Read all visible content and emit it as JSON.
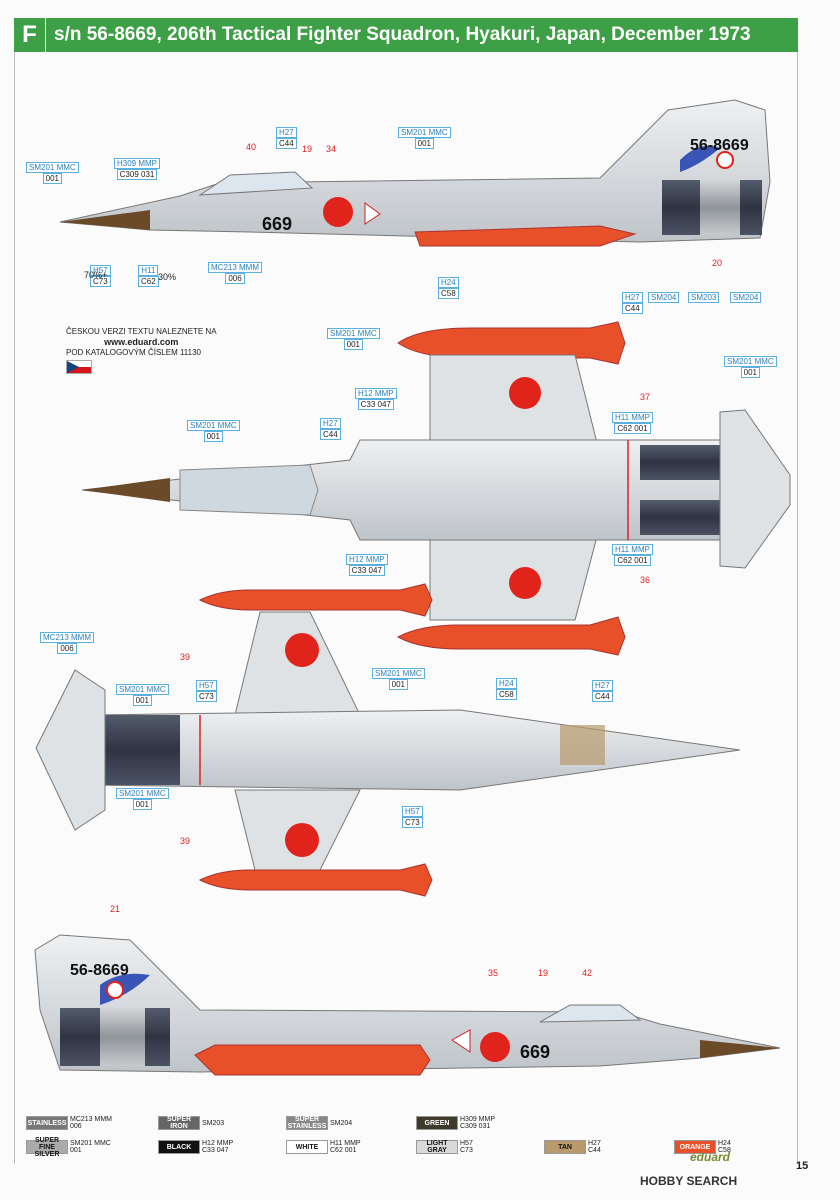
{
  "header": {
    "letter": "F",
    "title": "s/n 56-8669, 206th Tactical Fighter Squadron, Hyakuri, Japan, December 1973"
  },
  "czech_note": {
    "line1": "ČESKOU VERZI TEXTU NALEZNETE NA",
    "line2": "www.eduard.com",
    "line3": "POD KATALOGOVÝM ČÍSLEM 11130"
  },
  "aircraft_markings": {
    "serial": "56-8669",
    "tail_code": "669"
  },
  "paint_codes": [
    {
      "a": "H27",
      "b": "C44"
    },
    {
      "a": "SM201 MMC",
      "b": "001"
    },
    {
      "a": "SM201 MMC",
      "b": "001"
    },
    {
      "a": "H309 MMP",
      "b": "C309 031"
    },
    {
      "a": "H57",
      "b": "C73"
    },
    {
      "a": "H11",
      "b": "C62"
    },
    {
      "a": "MC213 MMM",
      "b": "006"
    },
    {
      "a": "H27",
      "b": "C44"
    },
    {
      "a": "SM204",
      "b": ""
    },
    {
      "a": "SM203",
      "b": ""
    },
    {
      "a": "SM204",
      "b": ""
    },
    {
      "a": "H24",
      "b": "C58"
    },
    {
      "a": "SM201 MMC",
      "b": "001"
    },
    {
      "a": "SM201 MMC",
      "b": "001"
    },
    {
      "a": "H12 MMP",
      "b": "C33 047"
    },
    {
      "a": "SM201 MMC",
      "b": "001"
    },
    {
      "a": "H27",
      "b": "C44"
    },
    {
      "a": "H11 MMP",
      "b": "C62 001"
    },
    {
      "a": "H12 MMP",
      "b": "C33 047"
    },
    {
      "a": "H11 MMP",
      "b": "C62 001"
    },
    {
      "a": "MC213 MMM",
      "b": "006"
    },
    {
      "a": "SM201 MMC",
      "b": "001"
    },
    {
      "a": "H57",
      "b": "C73"
    },
    {
      "a": "SM201 MMC",
      "b": "001"
    },
    {
      "a": "H24",
      "b": "C58"
    },
    {
      "a": "H27",
      "b": "C44"
    },
    {
      "a": "SM201 MMC",
      "b": "001"
    },
    {
      "a": "H57",
      "b": "C73"
    }
  ],
  "pct": {
    "a": "70%+",
    "b": "30%"
  },
  "callouts": [
    "40",
    "19",
    "34",
    "20",
    "37",
    "36",
    "39",
    "39",
    "21",
    "35",
    "19",
    "42"
  ],
  "legend": [
    {
      "name": "STAINLESS",
      "codes": [
        "MC213 MMM",
        "006"
      ],
      "bg": "#777",
      "fg": "#fff"
    },
    {
      "name": "SUPER IRON",
      "codes": [
        "SM203",
        ""
      ],
      "bg": "#666",
      "fg": "#fff"
    },
    {
      "name": "SUPER STAINLESS",
      "codes": [
        "SM204",
        ""
      ],
      "bg": "#888",
      "fg": "#fff"
    },
    {
      "name": "GREEN",
      "codes": [
        "H309 MMP",
        "C309 031"
      ],
      "bg": "#3e3a2c",
      "fg": "#fff"
    },
    {
      "name": "SUPER FINE SILVER",
      "codes": [
        "SM201 MMC",
        "001"
      ],
      "bg": "#aaa",
      "fg": "#111"
    },
    {
      "name": "BLACK",
      "codes": [
        "H12 MMP",
        "C33 047"
      ],
      "bg": "#111",
      "fg": "#fff"
    },
    {
      "name": "WHITE",
      "codes": [
        "H11 MMP",
        "C62 001"
      ],
      "bg": "#fff",
      "fg": "#111"
    },
    {
      "name": "LIGHT GRAY",
      "codes": [
        "H57",
        "C73"
      ],
      "bg": "#d9d9d9",
      "fg": "#111"
    },
    {
      "name": "TAN",
      "codes": [
        "H27",
        "C44"
      ],
      "bg": "#b89a6c",
      "fg": "#111"
    },
    {
      "name": "ORANGE",
      "codes": [
        "H24",
        "C58"
      ],
      "bg": "#e8502a",
      "fg": "#fff"
    }
  ],
  "footer": {
    "logo": "eduard",
    "page": "15",
    "watermark_a": "HOBBY",
    "watermark_b": "SEARCH"
  },
  "colors": {
    "header_green": "#3ea046",
    "aircraft_gray": "#d9dcdf",
    "orange": "#e8502a",
    "hinomaru": "#e0241b",
    "engine_dark": "#3b4150"
  }
}
